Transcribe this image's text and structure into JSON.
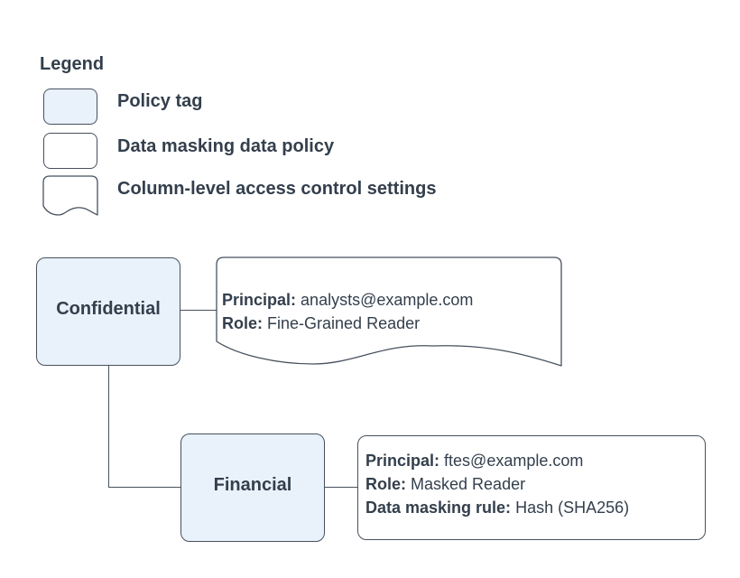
{
  "legend": {
    "title": "Legend",
    "items": [
      {
        "id": "policy-tag",
        "label": "Policy tag"
      },
      {
        "id": "data-masking-policy",
        "label": "Data masking data policy"
      },
      {
        "id": "column-access-settings",
        "label": "Column-level access control settings"
      }
    ]
  },
  "diagram": {
    "nodes": [
      {
        "id": "confidential",
        "type": "policy-tag",
        "label": "Confidential"
      },
      {
        "id": "financial",
        "type": "policy-tag",
        "label": "Financial"
      }
    ],
    "column_access_doc": {
      "type": "column-level-access-control-settings",
      "lines": [
        {
          "label": "Principal:",
          "value": "analysts@example.com"
        },
        {
          "label": "Role:",
          "value": "Fine-Grained Reader"
        }
      ]
    },
    "masking_policy_box": {
      "type": "data-masking-data-policy",
      "lines": [
        {
          "label": "Principal:",
          "value": "ftes@example.com"
        },
        {
          "label": "Role:",
          "value": "Masked Reader"
        },
        {
          "label": "Data masking rule:",
          "value": "Hash (SHA256)"
        }
      ]
    }
  },
  "colors": {
    "policy_tag_fill": "#E9F1FB",
    "shape_stroke": "#47515E",
    "text": "#333F4C",
    "background": "#FFFFFF"
  }
}
